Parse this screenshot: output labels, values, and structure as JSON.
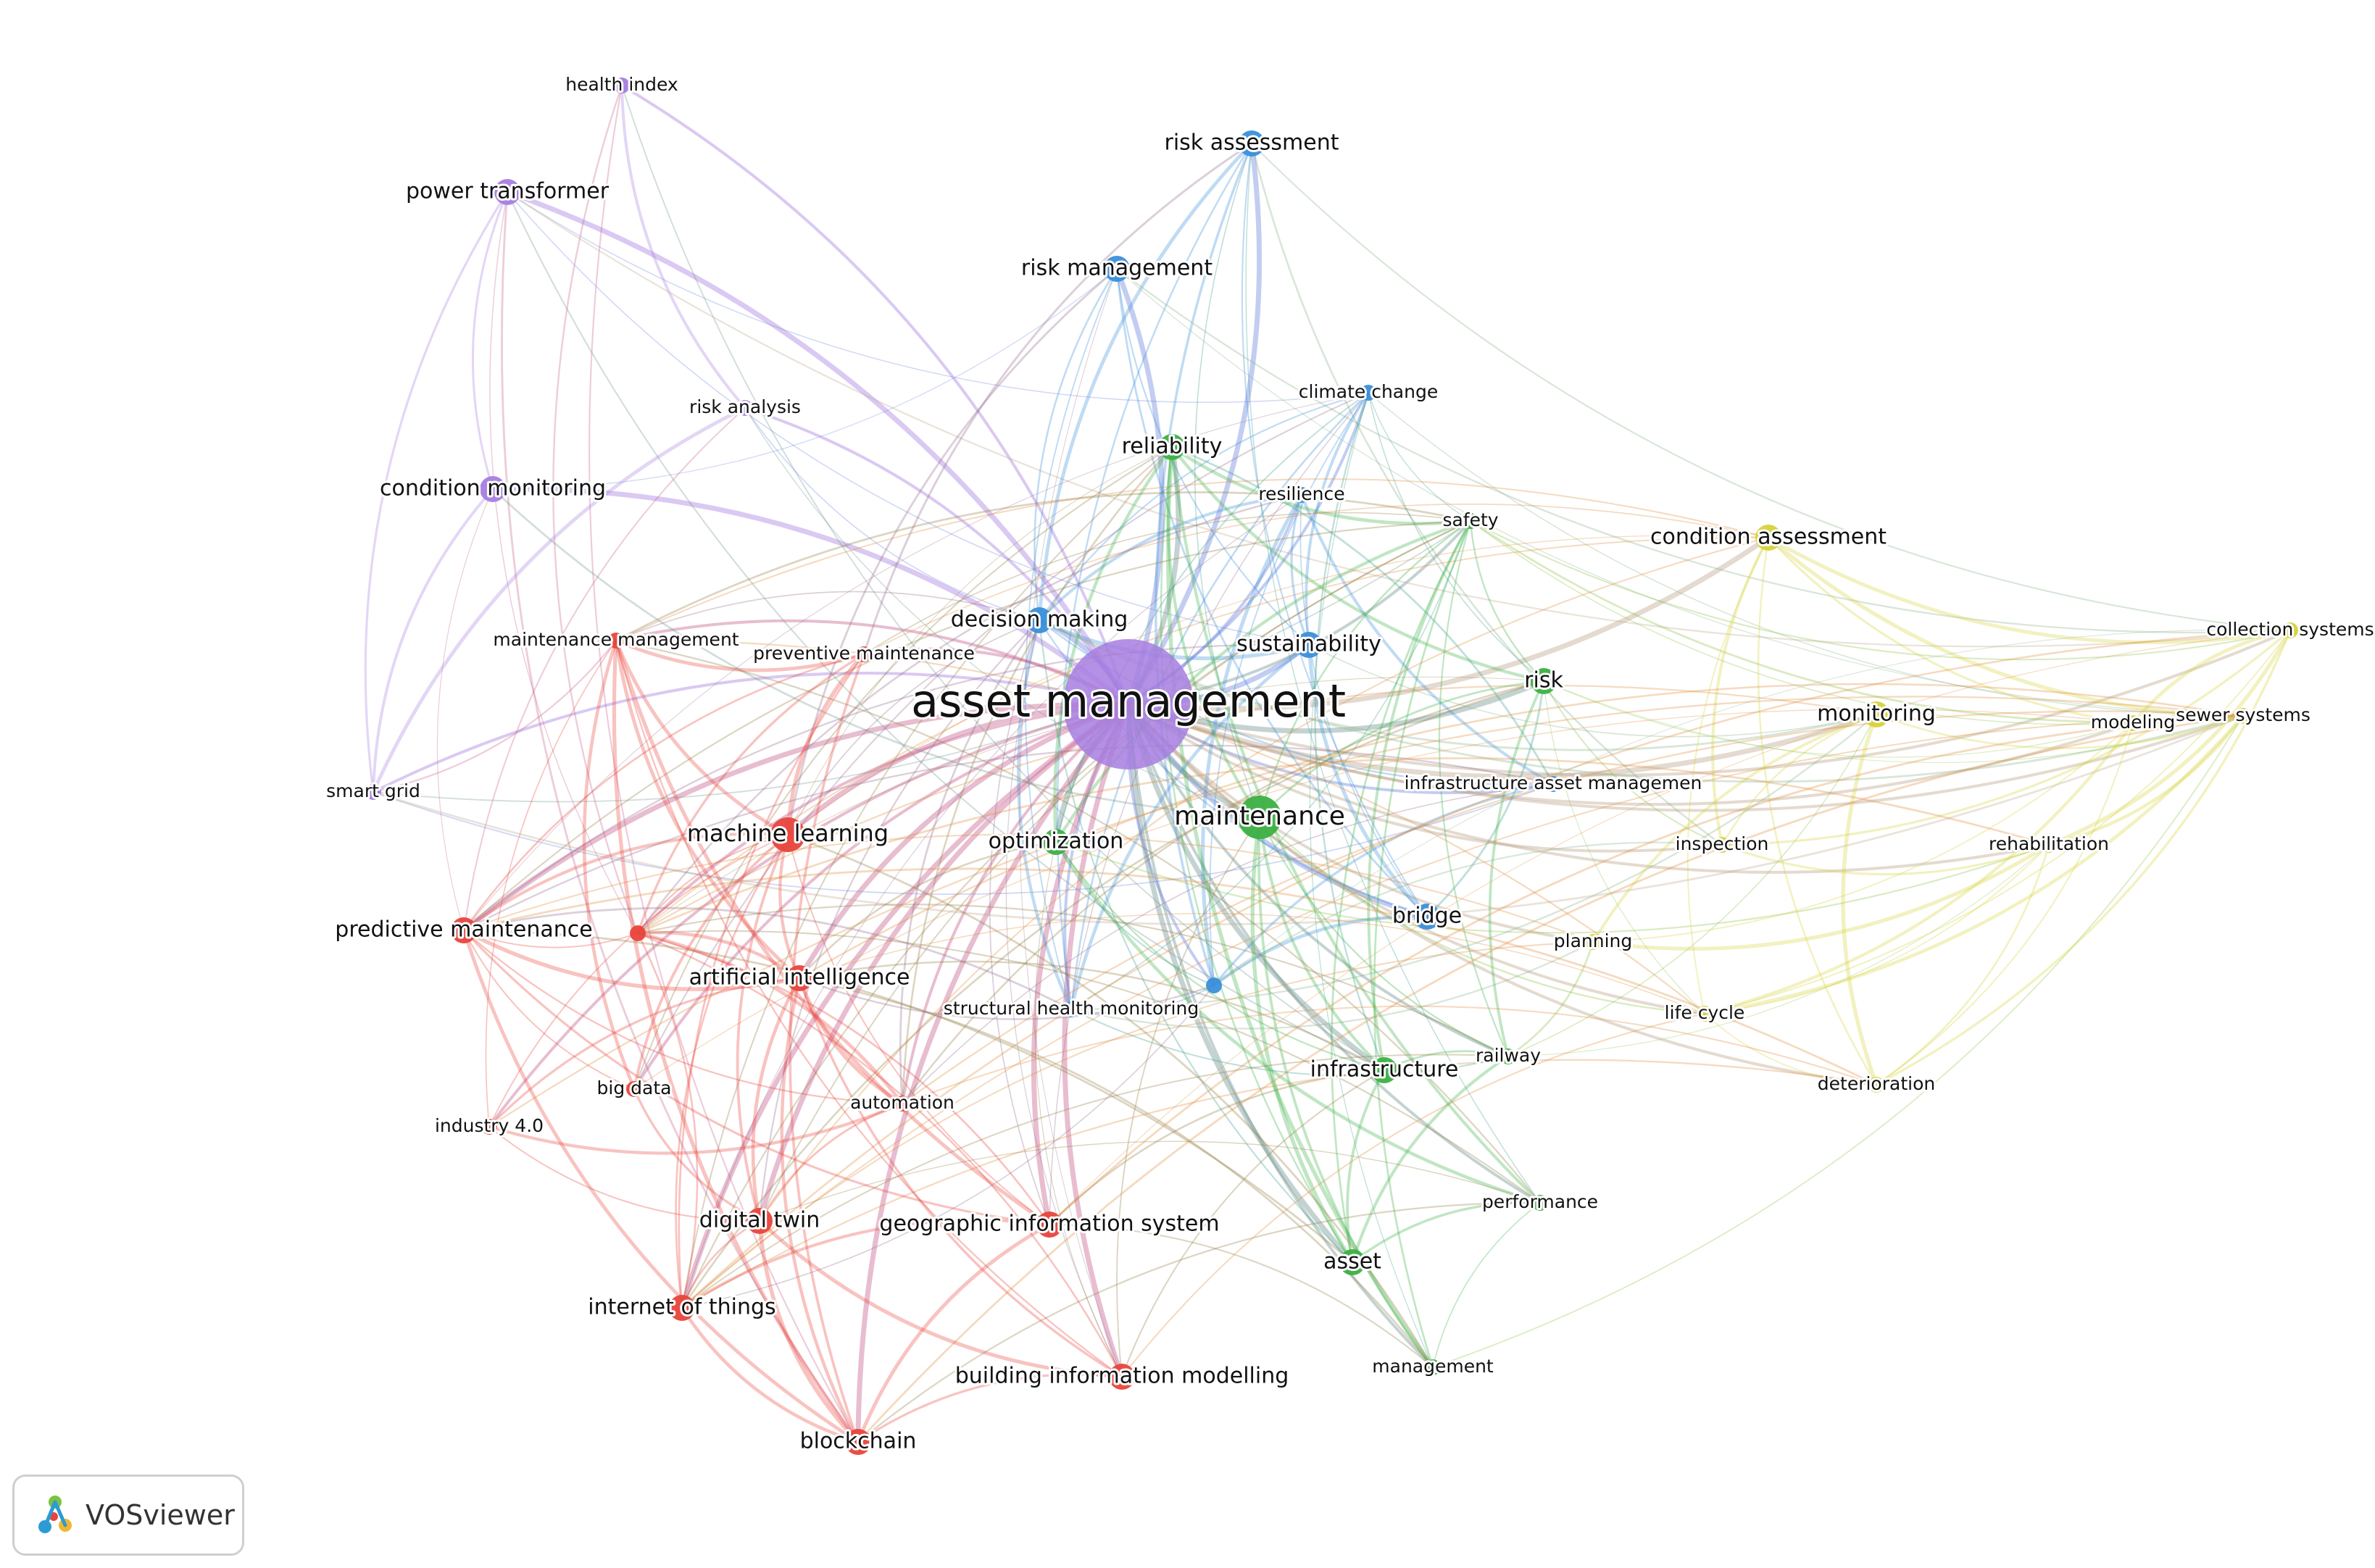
{
  "app": {
    "name": "VOSviewer"
  },
  "clusters": {
    "red": "#e8453c",
    "green": "#3cb043",
    "blue": "#3a8fd9",
    "yellow": "#d6d23a",
    "purple": "#a77ee0"
  },
  "nodes": [
    {
      "id": "asset-management",
      "label": "asset management",
      "cluster": "purple",
      "weight": 10
    },
    {
      "id": "health-index",
      "label": "health index",
      "cluster": "purple",
      "weight": 1
    },
    {
      "id": "power-transformer",
      "label": "power transformer",
      "cluster": "purple",
      "weight": 2
    },
    {
      "id": "risk-analysis",
      "label": "risk analysis",
      "cluster": "purple",
      "weight": 1
    },
    {
      "id": "condition-monitoring",
      "label": "condition monitoring",
      "cluster": "purple",
      "weight": 2
    },
    {
      "id": "smart-grid",
      "label": "smart grid",
      "cluster": "purple",
      "weight": 1
    },
    {
      "id": "risk-assessment",
      "label": "risk assessment",
      "cluster": "blue",
      "weight": 2
    },
    {
      "id": "risk-management",
      "label": "risk management",
      "cluster": "blue",
      "weight": 2
    },
    {
      "id": "climate-change",
      "label": "climate change",
      "cluster": "blue",
      "weight": 1
    },
    {
      "id": "resilience",
      "label": "resilience",
      "cluster": "blue",
      "weight": 1
    },
    {
      "id": "decision-making",
      "label": "decision making",
      "cluster": "blue",
      "weight": 2
    },
    {
      "id": "sustainability",
      "label": "sustainability",
      "cluster": "blue",
      "weight": 2
    },
    {
      "id": "infrastructure-asset-management",
      "label": "infrastructure asset managemen",
      "cluster": "blue",
      "weight": 1
    },
    {
      "id": "bridge",
      "label": "bridge",
      "cluster": "blue",
      "weight": 2
    },
    {
      "id": "structural-health-monitoring",
      "label": "structural health monitoring",
      "cluster": "blue",
      "weight": 1
    },
    {
      "id": "reliability",
      "label": "reliability",
      "cluster": "green",
      "weight": 2
    },
    {
      "id": "safety",
      "label": "safety",
      "cluster": "green",
      "weight": 1
    },
    {
      "id": "risk",
      "label": "risk",
      "cluster": "green",
      "weight": 2
    },
    {
      "id": "maintenance",
      "label": "maintenance",
      "cluster": "green",
      "weight": 4
    },
    {
      "id": "optimization",
      "label": "optimization",
      "cluster": "green",
      "weight": 2
    },
    {
      "id": "railway",
      "label": "railway",
      "cluster": "green",
      "weight": 1
    },
    {
      "id": "infrastructure",
      "label": "infrastructure",
      "cluster": "green",
      "weight": 2
    },
    {
      "id": "performance",
      "label": "performance",
      "cluster": "green",
      "weight": 1
    },
    {
      "id": "asset",
      "label": "asset",
      "cluster": "green",
      "weight": 2
    },
    {
      "id": "management",
      "label": "management",
      "cluster": "green",
      "weight": 1
    },
    {
      "id": "condition-assessment",
      "label": "condition assessment",
      "cluster": "yellow",
      "weight": 2
    },
    {
      "id": "monitoring",
      "label": "monitoring",
      "cluster": "yellow",
      "weight": 2
    },
    {
      "id": "inspection",
      "label": "inspection",
      "cluster": "yellow",
      "weight": 1
    },
    {
      "id": "planning",
      "label": "planning",
      "cluster": "yellow",
      "weight": 1
    },
    {
      "id": "life-cycle",
      "label": "life cycle",
      "cluster": "yellow",
      "weight": 1
    },
    {
      "id": "deterioration",
      "label": "deterioration",
      "cluster": "yellow",
      "weight": 1
    },
    {
      "id": "rehabilitation",
      "label": "rehabilitation",
      "cluster": "yellow",
      "weight": 1
    },
    {
      "id": "collection-systems",
      "label": "collection systems",
      "cluster": "yellow",
      "weight": 1
    },
    {
      "id": "sewer-systems",
      "label": "sewer systems",
      "cluster": "yellow",
      "weight": 1
    },
    {
      "id": "modeling",
      "label": "modeling",
      "cluster": "yellow",
      "weight": 1
    },
    {
      "id": "maintenance-management",
      "label": "maintenance management",
      "cluster": "red",
      "weight": 1
    },
    {
      "id": "preventive-maintenance",
      "label": "preventive maintenance",
      "cluster": "red",
      "weight": 1
    },
    {
      "id": "machine-learning",
      "label": "machine learning",
      "cluster": "red",
      "weight": 3
    },
    {
      "id": "predictive-maintenance",
      "label": "predictive maintenance",
      "cluster": "red",
      "weight": 2
    },
    {
      "id": "artificial-intelligence",
      "label": "artificial intelligence",
      "cluster": "red",
      "weight": 2
    },
    {
      "id": "big-data",
      "label": "big data",
      "cluster": "red",
      "weight": 1
    },
    {
      "id": "industry-4-0",
      "label": "industry 4.0",
      "cluster": "red",
      "weight": 1
    },
    {
      "id": "automation",
      "label": "automation",
      "cluster": "red",
      "weight": 1
    },
    {
      "id": "digital-twin",
      "label": "digital twin",
      "cluster": "red",
      "weight": 2
    },
    {
      "id": "geographic-information-system",
      "label": "geographic information system",
      "cluster": "red",
      "weight": 2
    },
    {
      "id": "internet-of-things",
      "label": "internet of things",
      "cluster": "red",
      "weight": 2
    },
    {
      "id": "building-information-modelling",
      "label": "building information modelling",
      "cluster": "red",
      "weight": 2
    },
    {
      "id": "blockchain",
      "label": "blockchain",
      "cluster": "red",
      "weight": 2
    },
    {
      "id": "unlabeled-red",
      "label": "",
      "cluster": "red",
      "weight": 1
    },
    {
      "id": "unlabeled-blue",
      "label": "",
      "cluster": "blue",
      "weight": 1
    }
  ]
}
